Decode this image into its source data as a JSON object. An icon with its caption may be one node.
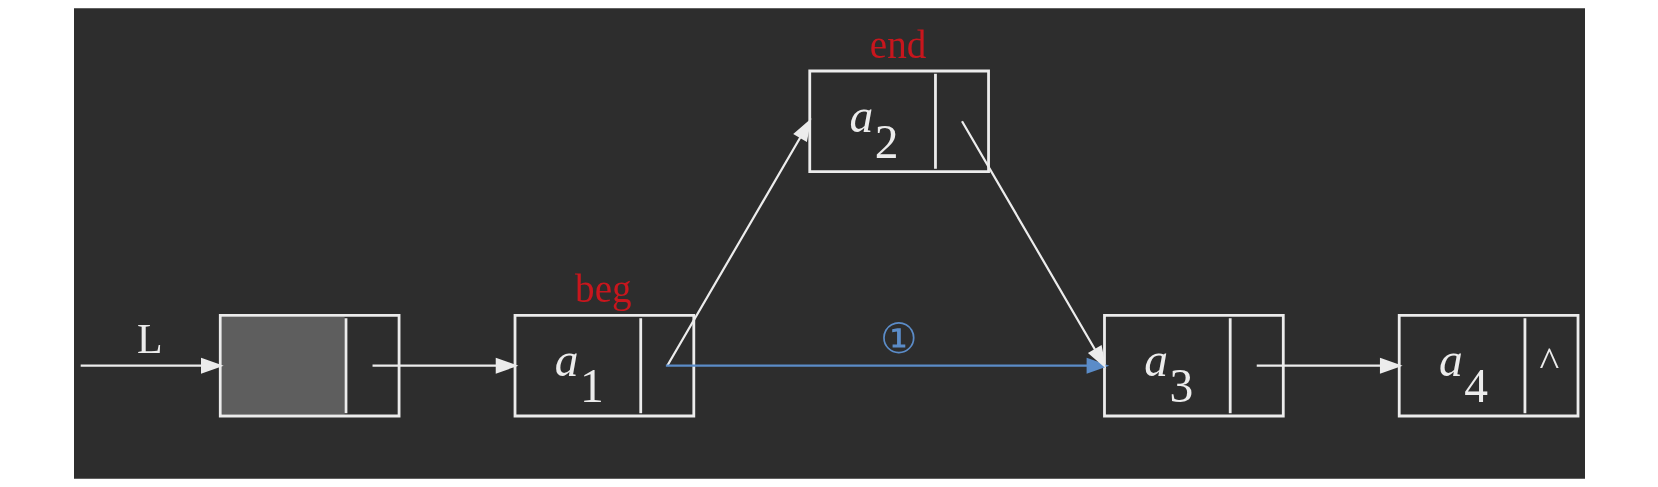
{
  "diagram": {
    "nodes": [
      {
        "text": [],
        "shape": "box"
      },
      {
        "text": [
          "*a*$_{1}$"
        ],
        "beside": [
          "beg"
        ]
      },
      {
        "text": [
          "*a*$_{2}$"
        ],
        "beside": [
          "end"
        ]
      },
      {
        "text": [
          "*a*$_{3}$"
        ]
      },
      {
        "text": [
          "*a*$_{4}$",
          "^"
        ]
      }
    ],
    "edges": [
      {
        "from": null,
        "to": 0,
        "arrow": "to",
        "label": "L"
      },
      {
        "from": 0,
        "to": 1,
        "arrow": "to"
      },
      {
        "from": 1,
        "to": 2,
        "arrow": "to"
      },
      {
        "from": 2,
        "to": 3,
        "arrow": "to"
      },
      {
        "from": 1,
        "to": 3,
        "arrow": "to",
        "label": "①",
        "color": "#5b8cc8"
      },
      {
        "from": 3,
        "to": 4,
        "arrow": "to"
      }
    ]
  }
}
